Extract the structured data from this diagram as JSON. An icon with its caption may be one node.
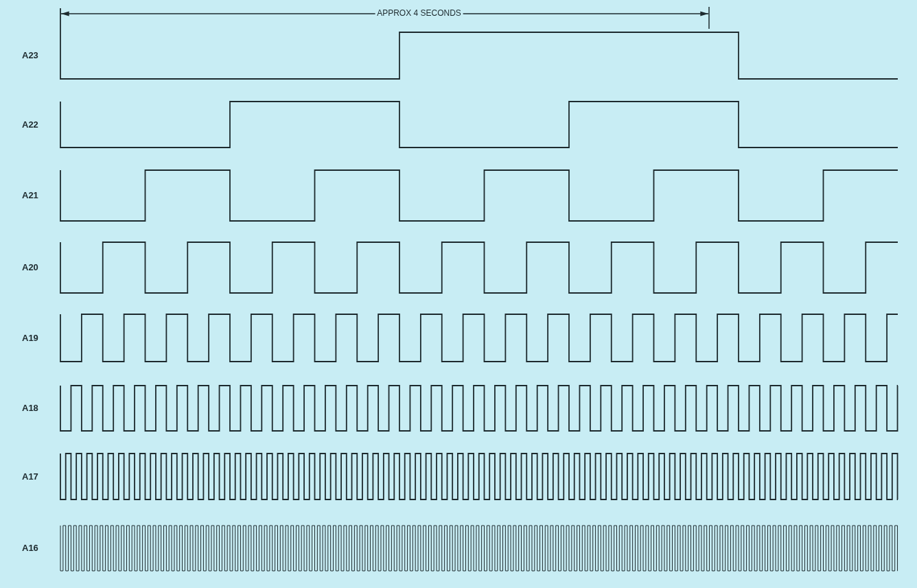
{
  "diagram": {
    "labels": [
      "APPROX 4 SECONDS",
      "A23",
      "A22",
      "A21",
      "A20",
      "A19",
      "A18",
      "A17",
      "A16"
    ]
  }
}
